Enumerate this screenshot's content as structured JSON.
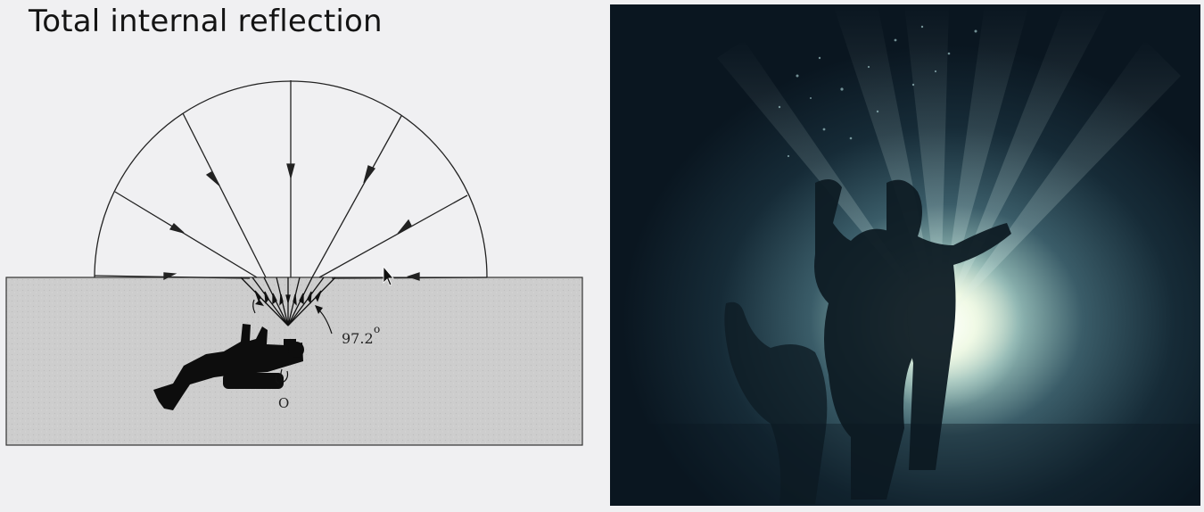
{
  "title": "Total internal reflection",
  "diagram": {
    "angle_label": "97.2",
    "angle_unit": "o",
    "point_label": "O"
  },
  "colors": {
    "background": "#f0f0f2",
    "water": "#cfcfcf",
    "ink": "#141414"
  },
  "icons": {
    "diver": "diver-silhouette-icon",
    "cursor": "mouse-pointer-icon"
  }
}
